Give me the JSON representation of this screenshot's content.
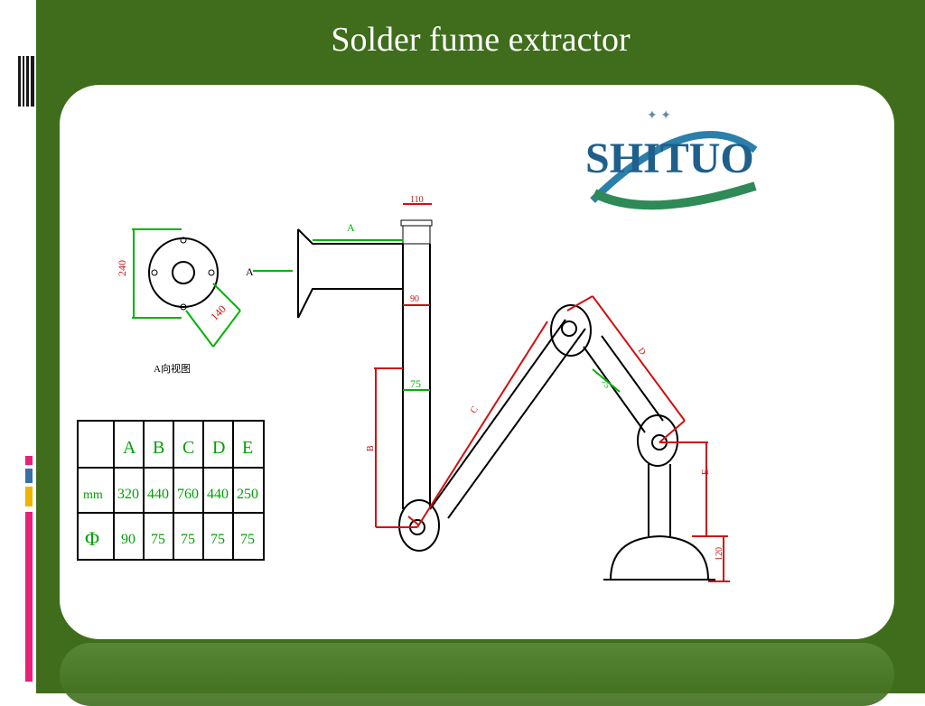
{
  "slide": {
    "title": "Solder fume extractor",
    "logo_text": "SHITUO",
    "colors": {
      "background": "#3f6d1c",
      "panel": "#ffffff",
      "logo_blue": "#1f5f8b",
      "logo_green": "#2e8a57",
      "dim_red": "#d01010",
      "dim_green": "#00b300"
    }
  },
  "drawing": {
    "flange_dims": {
      "height": "240",
      "radius": "140"
    },
    "view_arrow": "A",
    "view_caption": "A向视图",
    "top_dims": {
      "width": "110",
      "length": "A",
      "neck": "90"
    },
    "arm_dims": {
      "pipe": "75",
      "b": "B",
      "c": "C",
      "d": "D",
      "d_pipe": "75",
      "e": "E",
      "base_h": "120"
    }
  },
  "spec_table": {
    "headers": [
      "",
      "A",
      "B",
      "C",
      "D",
      "E"
    ],
    "rows": [
      {
        "unit": "mm",
        "values": [
          "320",
          "440",
          "760",
          "440",
          "250"
        ]
      },
      {
        "unit": "Φ",
        "values": [
          "90",
          "75",
          "75",
          "75",
          "75"
        ]
      }
    ]
  }
}
